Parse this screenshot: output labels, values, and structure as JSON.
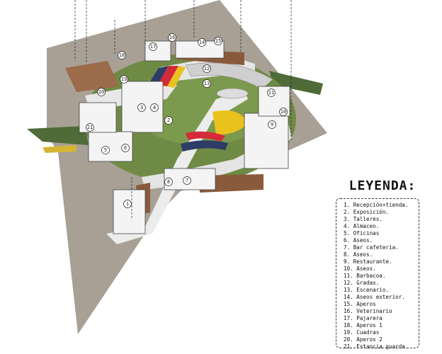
{
  "legend": {
    "title": "LEYENDA:",
    "items": [
      "1. Recepción+tienda.",
      "2. Exposición.",
      "3. Talleres.",
      "4. Almacen.",
      "5. Oficinas",
      "6. Aseos.",
      "7. Bar cafeteria.",
      "8. Aseos.",
      "9. Restaurante.",
      "10. Aseos.",
      "11. Barbacoa.",
      "12. Gradas.",
      "13. Escenario.",
      "14. Aseos exterior.",
      "15. Aperos",
      "16. Veterinario",
      "17. Pajarera",
      "18. Aperos 1",
      "19. Cuadras",
      "20. Aperos 2",
      "21. Estancia guarda"
    ]
  },
  "callouts": [
    "1",
    "2",
    "3",
    "4",
    "5",
    "6",
    "7",
    "8",
    "9",
    "10",
    "11",
    "12",
    "13",
    "14",
    "15",
    "16",
    "17",
    "18",
    "19",
    "20",
    "21"
  ],
  "colors": {
    "terrain": "#a8a095",
    "grass": "#6f8a45",
    "paving": "#ececec",
    "wall_brown": "#8a5a3c",
    "red": "#d42a3a",
    "yellow": "#e9c21d",
    "navy": "#2e3c66"
  }
}
